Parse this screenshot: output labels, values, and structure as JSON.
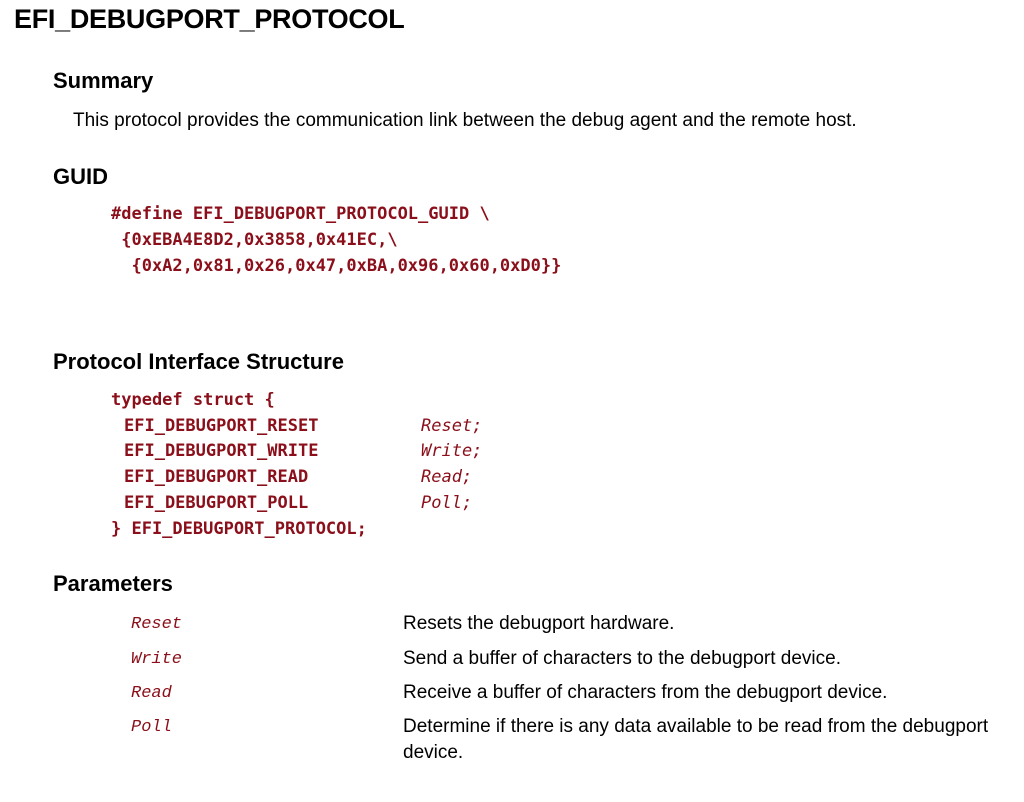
{
  "title": "EFI_DEBUGPORT_PROTOCOL",
  "summary": {
    "heading": "Summary",
    "text": "This protocol provides the communication link between the debug agent and the remote host."
  },
  "guid": {
    "heading": "GUID",
    "lines": [
      "#define EFI_DEBUGPORT_PROTOCOL_GUID \\",
      " {0xEBA4E8D2,0x3858,0x41EC,\\",
      "  {0xA2,0x81,0x26,0x47,0xBA,0x96,0x60,0xD0}}"
    ]
  },
  "interface": {
    "heading": "Protocol Interface Structure",
    "open": "typedef struct {",
    "members": [
      {
        "type": "EFI_DEBUGPORT_RESET",
        "name": "Reset;"
      },
      {
        "type": "EFI_DEBUGPORT_WRITE",
        "name": "Write;"
      },
      {
        "type": "EFI_DEBUGPORT_READ",
        "name": "Read;"
      },
      {
        "type": "EFI_DEBUGPORT_POLL",
        "name": "Poll;"
      }
    ],
    "close": "} EFI_DEBUGPORT_PROTOCOL;"
  },
  "parameters": {
    "heading": "Parameters",
    "rows": [
      {
        "name": "Reset",
        "desc": "Resets the debugport hardware."
      },
      {
        "name": "Write",
        "desc": "Send a buffer of characters to the debugport device."
      },
      {
        "name": "Read",
        "desc": "Receive a buffer of characters from the debugport device."
      },
      {
        "name": "Poll",
        "desc": "Determine if there is any data available to be read from the debugport device."
      }
    ]
  },
  "colors": {
    "code": "#8a0f1a",
    "text": "#000000",
    "background": "#ffffff"
  }
}
